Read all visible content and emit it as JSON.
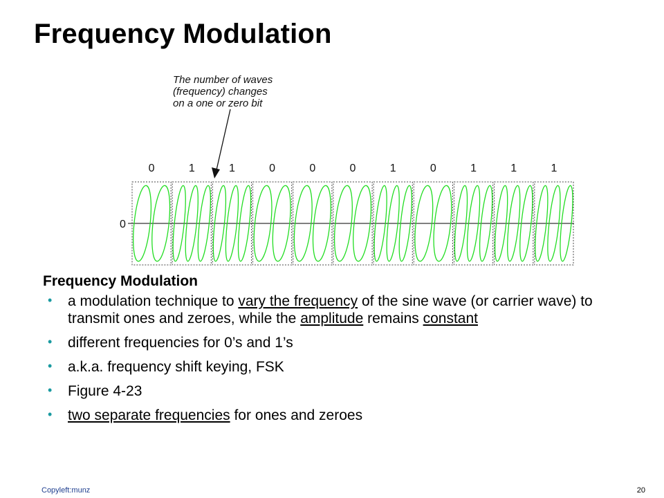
{
  "slide": {
    "title": "Frequency Modulation",
    "page_number": "20",
    "footer_text": "Copyleft:munz"
  },
  "figure": {
    "caption_lines": [
      "The number of waves",
      "(frequency) changes",
      "on a one or zero bit"
    ],
    "zero_axis_label": "0",
    "bits": [
      "0",
      "1",
      "1",
      "0",
      "0",
      "0",
      "1",
      "0",
      "1",
      "1",
      "1"
    ],
    "wave_color": "#22dd22"
  },
  "body": {
    "subheading": "Frequency Modulation",
    "bullet_1": {
      "t1": "a modulation technique to ",
      "u1": "vary the frequency",
      "t2": " of the sine wave (or carrier wave) to transmit ones and zeroes, while the ",
      "u2": "amplitude",
      "t3": " remains ",
      "u3": "constant"
    },
    "bullet_2": "different frequencies for 0’s and 1’s",
    "bullet_3": "a.k.a. frequency shift keying, FSK",
    "bullet_4": "Figure 4-23",
    "bullet_5": {
      "u1": "two separate frequencies",
      "t1": " for ones and zeroes"
    },
    "bullet_glyph": "•",
    "accent_color": "#1a9aa0"
  }
}
